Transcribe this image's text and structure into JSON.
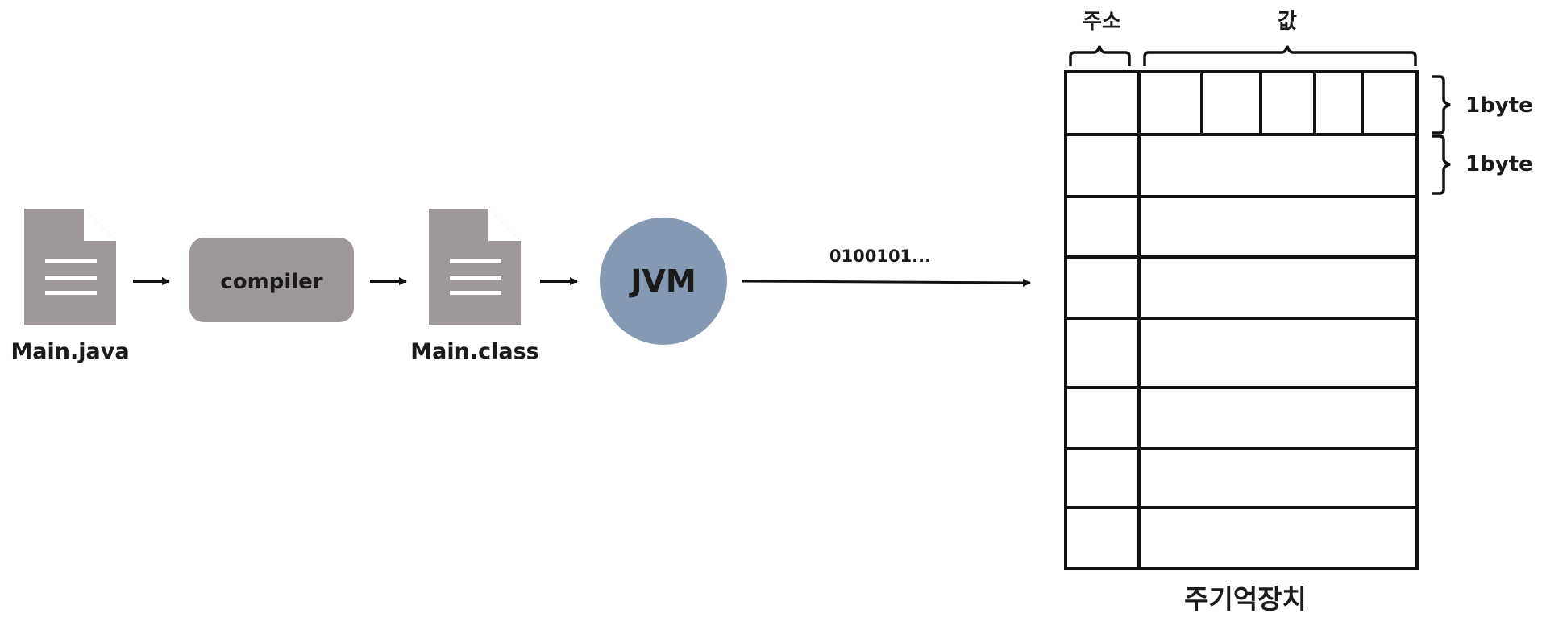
{
  "pipeline": {
    "source_file": {
      "label": "Main.java",
      "icon": "document-icon"
    },
    "compiler": {
      "label": "compiler"
    },
    "class_file": {
      "label": "Main.class",
      "icon": "document-icon"
    },
    "jvm": {
      "label": "JVM"
    },
    "binary_stream": {
      "label": "0100101..."
    }
  },
  "memory": {
    "title": "주기억장치",
    "address_header": "주소",
    "value_header": "값",
    "row_count": 8,
    "first_row_byte_cells": 5,
    "byte_labels": [
      "1byte",
      "1byte"
    ]
  },
  "colors": {
    "document": "#9e9898",
    "compiler_box": "#9e9898",
    "jvm_circle": "#8599b2",
    "lines": "#111111",
    "text_dark": "#1a1a1a",
    "text_light": "#ffffff"
  }
}
